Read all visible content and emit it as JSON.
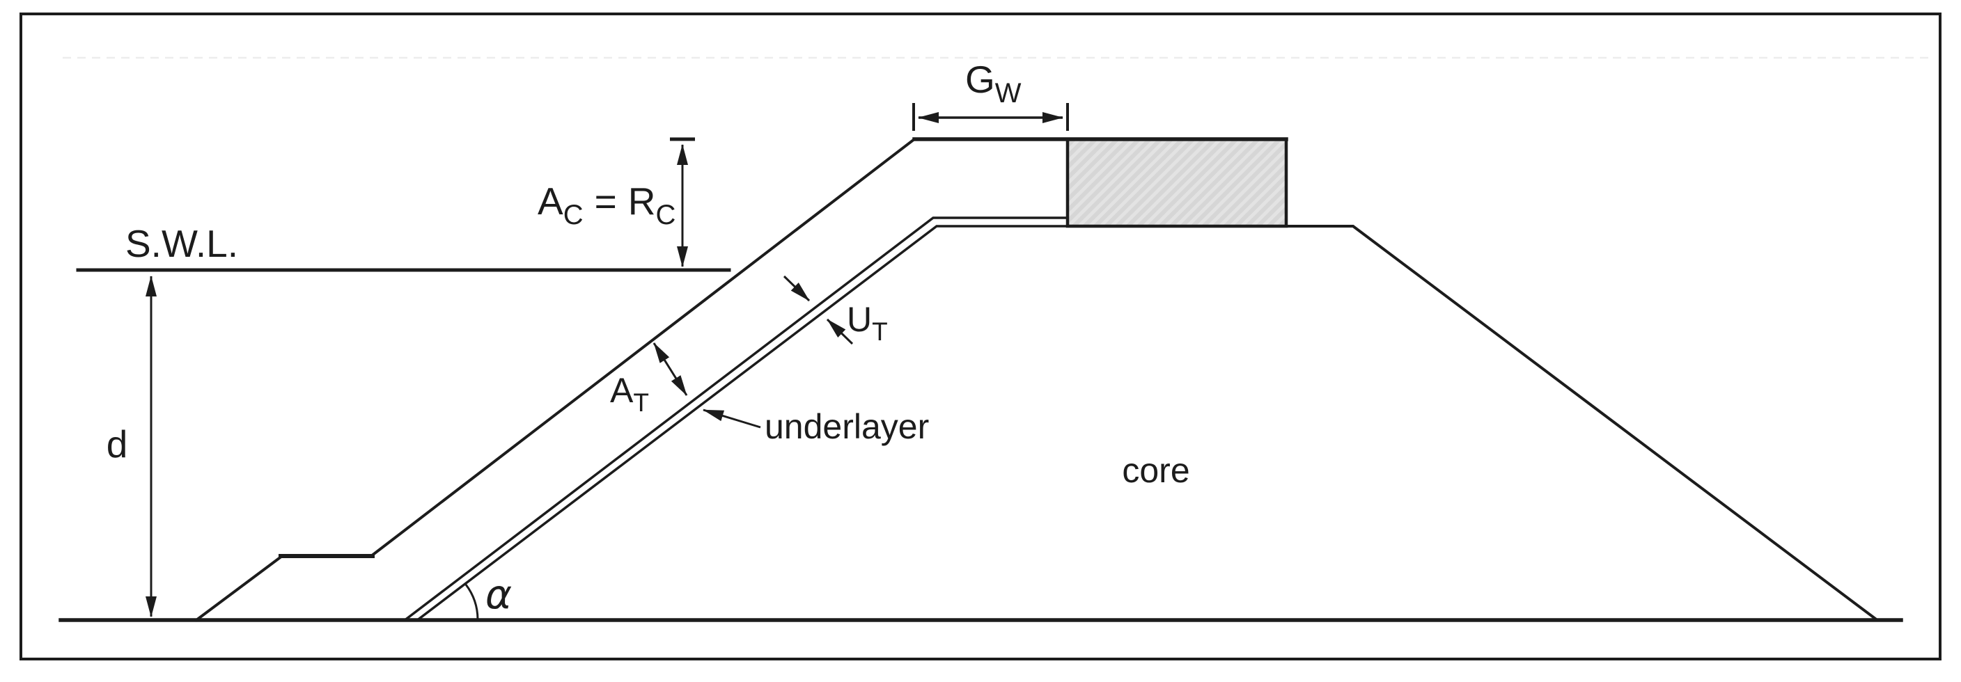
{
  "figure": {
    "kind": "breakwater-cross-section-diagram"
  },
  "annotations": {
    "still_water_level": {
      "label": "S.W.L."
    },
    "water_depth": {
      "label": "d"
    },
    "crest_freeboard": {
      "base_left": "A",
      "sub_left": "C",
      "equals": "=",
      "base_right": "R",
      "sub_right": "C"
    },
    "gap_width": {
      "base": "G",
      "sub": "W"
    },
    "armour_thickness": {
      "base": "A",
      "sub": "T"
    },
    "underlayer_thickness": {
      "base": "U",
      "sub": "T"
    },
    "underlayer_label": "underlayer",
    "core_label": "core",
    "slope_angle": "α"
  },
  "colors": {
    "line": "#1c1c1c",
    "background": "#ffffff",
    "crown_wall_fill": "#d6d6d6",
    "crown_wall_hatch": "#e3e3e3",
    "artifact": "#ededed"
  }
}
